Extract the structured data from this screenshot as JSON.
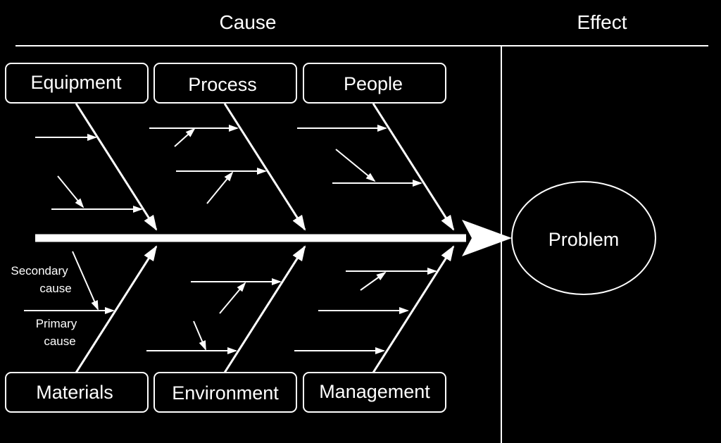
{
  "header": {
    "cause": "Cause",
    "effect": "Effect"
  },
  "categories": {
    "top": [
      "Equipment",
      "Process",
      "People"
    ],
    "bottom": [
      "Materials",
      "Environment",
      "Management"
    ]
  },
  "effect": {
    "label": "Problem"
  },
  "legend": {
    "secondary": [
      "Secondary",
      "cause"
    ],
    "primary": [
      "Primary",
      "cause"
    ]
  },
  "colors": {
    "background": "#000000",
    "foreground": "#ffffff"
  }
}
